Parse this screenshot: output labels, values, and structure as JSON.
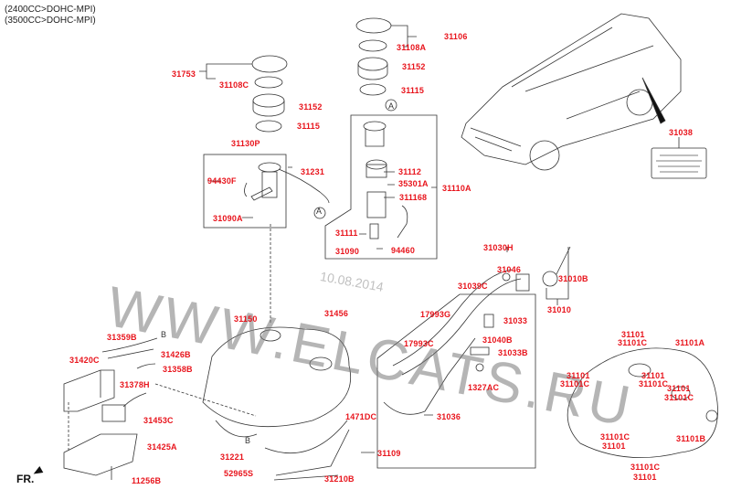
{
  "header": {
    "line1": "(2400CC>DOHC-MPI)",
    "line2": "(3500CC>DOHC-MPI)"
  },
  "watermark": {
    "site": "WWW.ELCATS.RU",
    "date": "10.08.2014"
  },
  "direction_label": "FR.",
  "callouts": {
    "a": "A",
    "b": "B"
  },
  "label_colors": {
    "part_number": "#e8141c"
  },
  "parts": [
    "31753",
    "31108C",
    "31152",
    "31115",
    "31130P",
    "94430F",
    "31231",
    "31090A",
    "31106",
    "31108A",
    "31152",
    "31115",
    "31112",
    "35301A",
    "31110A",
    "311168",
    "31111",
    "31090",
    "94460",
    "31038",
    "31030H",
    "31046",
    "31039C",
    "31010B",
    "31010",
    "17993G",
    "31033",
    "17993C",
    "31040B",
    "31033B",
    "1327AC",
    "31036",
    "31109",
    "31101",
    "31101C",
    "31101A",
    "31101",
    "31101C",
    "31101",
    "31101C",
    "31101",
    "31101C",
    "31101C",
    "31101",
    "31101B",
    "31101C",
    "31101",
    "31150",
    "31456",
    "31359B",
    "31426B",
    "31420C",
    "31358B",
    "31378H",
    "31453C",
    "1471DC",
    "31425A",
    "31221",
    "52965S",
    "31210B",
    "11256B"
  ]
}
